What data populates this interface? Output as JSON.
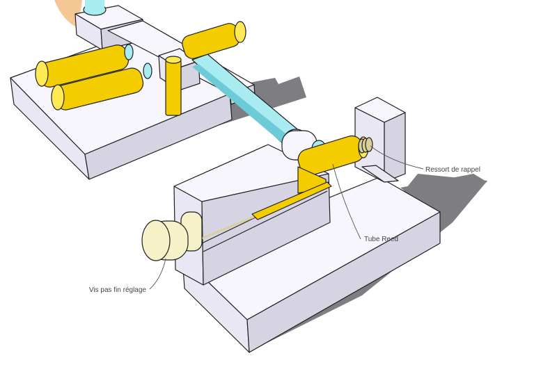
{
  "labels": {
    "spring": "Ressort de rappel",
    "reed": "Tube Reed",
    "screw": "Vis pas fin réglage"
  },
  "colors": {
    "block_face": "#eae7f5",
    "block_side": "#d6d3e3",
    "block_top": "#f7f6fc",
    "shadow": "#7e7e82",
    "yellow": "#f3cd00",
    "yellow_light": "#ffea55",
    "yellow_dark": "#c9a200",
    "cyan": "#a8ecf2",
    "cyan_dark": "#6ccbd6",
    "screw": "#f6f1c8",
    "screw_dark": "#d8d09a",
    "wood": "#f4c794",
    "leader": "#555555"
  }
}
